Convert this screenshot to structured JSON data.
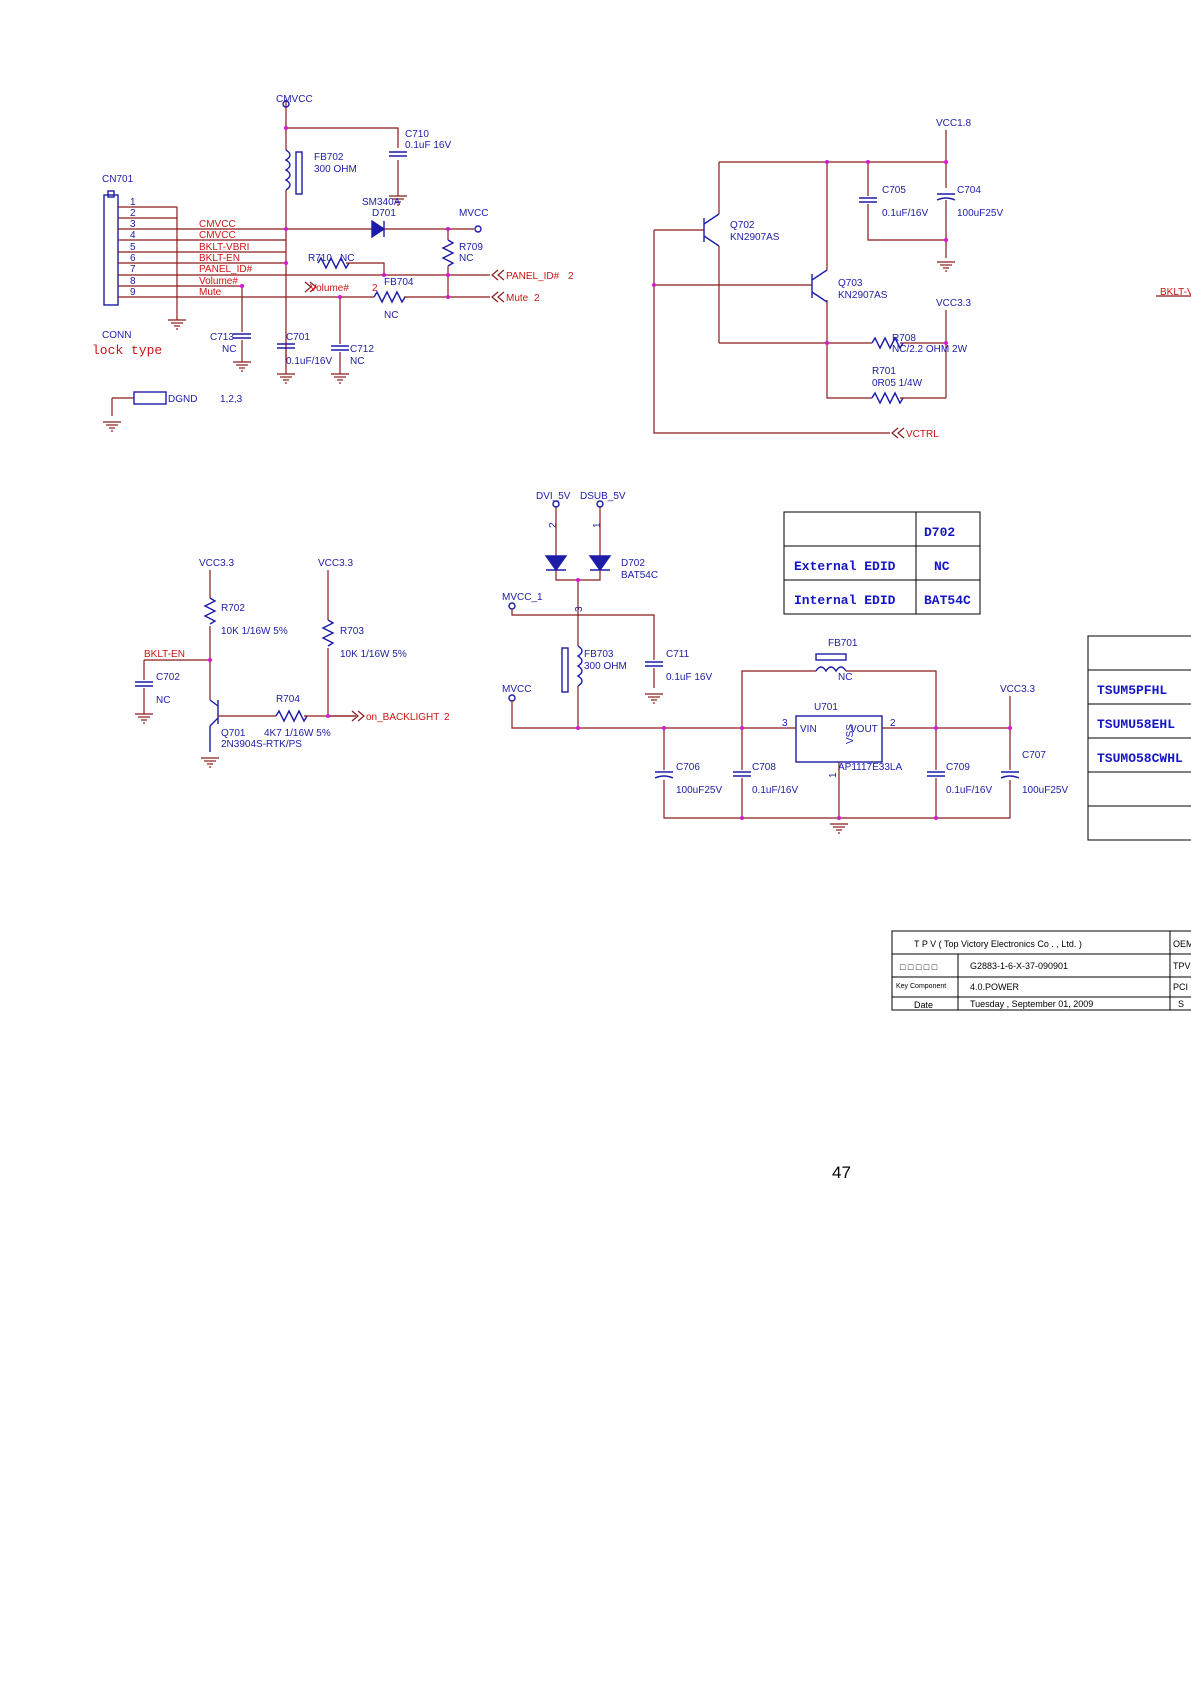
{
  "connector": {
    "ref": "CN701",
    "pins": [
      "1",
      "2",
      "3",
      "4",
      "5",
      "6",
      "7",
      "8",
      "9"
    ],
    "signals": [
      "CMVCC",
      "CMVCC",
      "BKLT-VBRI",
      "BKLT-EN",
      "PANEL_ID#",
      "Volume#",
      "Mute"
    ],
    "type_label": "CONN",
    "note": "lock type"
  },
  "top_left": {
    "cmvcc": "CMVCC",
    "c710": "C710",
    "c710_val": "0.1uF 16V",
    "fb702": "FB702",
    "fb702_val": "300 OHM",
    "sm340a": "SM340A",
    "d701": "D701",
    "mvcc": "MVCC",
    "r709": "R709",
    "r709_val": "NC",
    "r710": "R710",
    "r710_val": "NC",
    "fb704": "FB704",
    "fb704_val": "NC",
    "volume": "Volume#",
    "volume_num": "2",
    "panel_id": "PANEL_ID#",
    "panel_id_num": "2",
    "mute": "Mute",
    "mute_num": "2",
    "c713": "C713",
    "c713_val": "NC",
    "c701": "C701",
    "c701_val": "0.1uF/16V",
    "c712": "C712",
    "c712_val": "NC",
    "dgnd": "DGND",
    "dgnd_pins": "1,2,3"
  },
  "top_right": {
    "vcc18": "VCC1.8",
    "c705": "C705",
    "c705_val": "0.1uF/16V",
    "c704": "C704",
    "c704_val": "100uF25V",
    "q702": "Q702",
    "q702_part": "KN2907AS",
    "q703": "Q703",
    "q703_part": "KN2907AS",
    "vcc33": "VCC3.3",
    "r708": "R708",
    "r708_val": "NC/2.2 OHM 2W",
    "r701": "R701",
    "r701_val": "0R05 1/4W",
    "vctrl": "VCTRL",
    "bklt_v": "BKLT-V"
  },
  "backlight": {
    "vcc33_a": "VCC3.3",
    "vcc33_b": "VCC3.3",
    "r702": "R702",
    "r702_val": "10K 1/16W 5%",
    "r703": "R703",
    "r703_val": "10K 1/16W 5%",
    "bklt_en": "BKLT-EN",
    "c702": "C702",
    "c702_val": "NC",
    "r704": "R704",
    "r704_val": "4K7 1/16W 5%",
    "q701": "Q701",
    "q701_part": "2N3904S-RTK/PS",
    "on_backlight": "on_BACKLIGHT",
    "on_backlight_num": "2"
  },
  "regulator": {
    "dvi_5v": "DVI_5V",
    "dsub_5v": "DSUB_5V",
    "pin2": "2",
    "pin1": "1",
    "pin3": "3",
    "d702": "D702",
    "d702_part": "BAT54C",
    "mvcc_1": "MVCC_1",
    "mvcc": "MVCC",
    "fb703": "FB703",
    "fb703_val": "300 OHM",
    "c711": "C711",
    "c711_val": "0.1uF 16V",
    "fb701": "FB701",
    "fb701_val": "NC",
    "u701": "U701",
    "vin": "VIN",
    "vout": "VOUT",
    "vss": "VSS",
    "u_pin3": "3",
    "u_pin2": "2",
    "u_pin1": "1",
    "u701_part": "AP1117E33LA",
    "vcc33": "VCC3.3",
    "c706": "C706",
    "c706_val": "100uF25V",
    "c708": "C708",
    "c708_val": "0.1uF/16V",
    "c709": "C709",
    "c709_val": "0.1uF/16V",
    "c707": "C707",
    "c707_val": "100uF25V"
  },
  "edid_table": {
    "header": "D702",
    "rows": [
      {
        "label": "External EDID",
        "value": "NC"
      },
      {
        "label": "Internal EDID",
        "value": "BAT54C"
      }
    ]
  },
  "tsum_table": {
    "rows": [
      "TSUM5PFHL",
      "TSUMU58EHL",
      "TSUMO58CWHL"
    ]
  },
  "title_block": {
    "company": "T P V  ( Top   Victory   Electronics   Co . ,  Ltd. )",
    "oem_cut": "OEM",
    "row1_label": "□ □ □ □ □",
    "row1_value": "G2883-1-6-X-37-090901",
    "row1_cut": "TPV",
    "row2_label": "Key Component",
    "row2_value": "4.0.POWER",
    "row2_cut": "PCI",
    "row3_label": "Date",
    "row3_value": "Tuesday , September 01, 2009",
    "row3_cut": "S"
  },
  "page_number": "47",
  "colors": {
    "wire": "#8b1a1a",
    "component": "#1c1ca8",
    "net_label": "#cc1414",
    "junction": "#d21ad2"
  }
}
